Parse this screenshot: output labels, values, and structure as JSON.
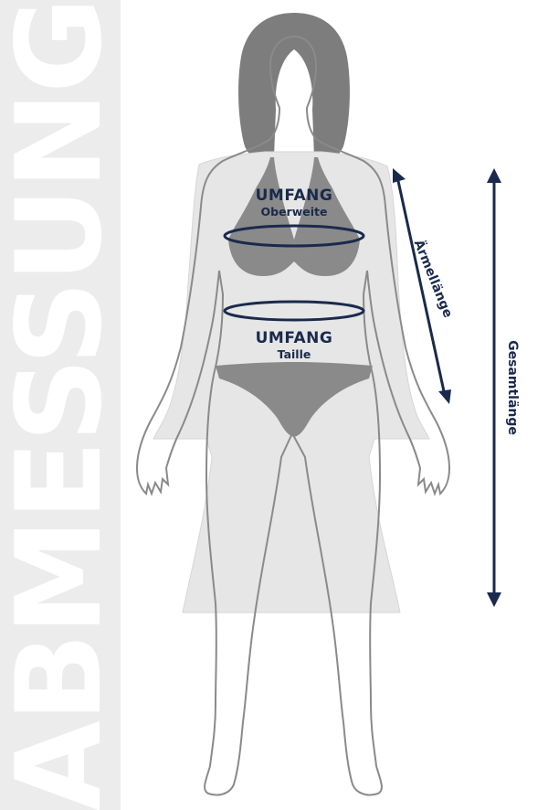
{
  "side_title": "ABMESSUNG",
  "labels": {
    "bust_title": "UMFANG",
    "bust_sub": "Oberweite",
    "waist_title": "UMFANG",
    "waist_sub": "Taille",
    "sleeve_length": "Ärmellänge",
    "total_length": "Gesamtlänge"
  },
  "colors": {
    "accent": "#1a2a4c",
    "band": "#ececec",
    "garment": "#e6e6e6",
    "hair": "#7d7d7d",
    "bikini": "#8a8a8a"
  }
}
